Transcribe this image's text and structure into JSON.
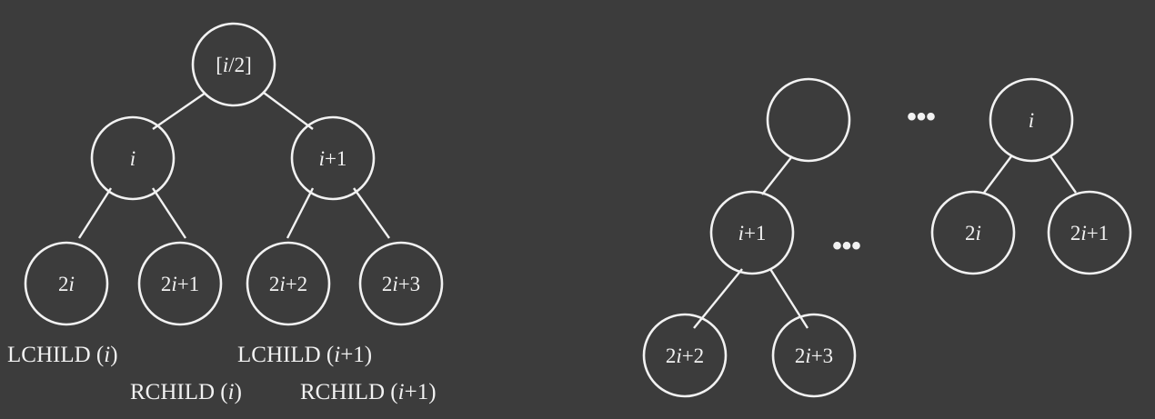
{
  "left_tree": {
    "nodes": {
      "root": {
        "label": "[i/2]",
        "parts": [
          [
            "[",
            false
          ],
          [
            "i",
            true
          ],
          [
            "/2]",
            false
          ]
        ]
      },
      "i": {
        "label": "i",
        "parts": [
          [
            "i",
            true
          ]
        ]
      },
      "i_plus_1": {
        "label": "i+1",
        "parts": [
          [
            "i",
            true
          ],
          [
            "+1",
            false
          ]
        ]
      },
      "two_i": {
        "label": "2i",
        "parts": [
          [
            "2",
            false
          ],
          [
            "i",
            true
          ]
        ]
      },
      "two_i_plus_1": {
        "label": "2i+1",
        "parts": [
          [
            "2",
            false
          ],
          [
            "i",
            true
          ],
          [
            "+1",
            false
          ]
        ]
      },
      "two_i_plus_2": {
        "label": "2i+2",
        "parts": [
          [
            "2",
            false
          ],
          [
            "i",
            true
          ],
          [
            "+2",
            false
          ]
        ]
      },
      "two_i_plus_3": {
        "label": "2i+3",
        "parts": [
          [
            "2",
            false
          ],
          [
            "i",
            true
          ],
          [
            "+3",
            false
          ]
        ]
      }
    },
    "captions": {
      "lchild_i": {
        "label": "LCHILD (i)",
        "parts": [
          [
            "LCHILD (",
            false
          ],
          [
            "i",
            true
          ],
          [
            ")",
            false
          ]
        ]
      },
      "rchild_i": {
        "label": "RCHILD (i)",
        "parts": [
          [
            "RCHILD (",
            false
          ],
          [
            "i",
            true
          ],
          [
            ")",
            false
          ]
        ]
      },
      "lchild_i1": {
        "label": "LCHILD (i+1)",
        "parts": [
          [
            "LCHILD (",
            false
          ],
          [
            "i",
            true
          ],
          [
            "+1)",
            false
          ]
        ]
      },
      "rchild_i1": {
        "label": "RCHILD (i+1)",
        "parts": [
          [
            "RCHILD (",
            false
          ],
          [
            "i",
            true
          ],
          [
            "+1)",
            false
          ]
        ]
      }
    }
  },
  "right_tree": {
    "nodes": {
      "blank": {
        "label": "",
        "parts": []
      },
      "i": {
        "label": "i",
        "parts": [
          [
            "i",
            true
          ]
        ]
      },
      "i_plus_1": {
        "label": "i+1",
        "parts": [
          [
            "i",
            true
          ],
          [
            "+1",
            false
          ]
        ]
      },
      "two_i": {
        "label": "2i",
        "parts": [
          [
            "2",
            false
          ],
          [
            "i",
            true
          ]
        ]
      },
      "two_i_plus_1": {
        "label": "2i+1",
        "parts": [
          [
            "2",
            false
          ],
          [
            "i",
            true
          ],
          [
            "+1",
            false
          ]
        ]
      },
      "two_i_plus_2": {
        "label": "2i+2",
        "parts": [
          [
            "2",
            false
          ],
          [
            "i",
            true
          ],
          [
            "+2",
            false
          ]
        ]
      },
      "two_i_plus_3": {
        "label": "2i+3",
        "parts": [
          [
            "2",
            false
          ],
          [
            "i",
            true
          ],
          [
            "+3",
            false
          ]
        ]
      }
    },
    "ellipses": {
      "top": "•••",
      "middle": "•••"
    }
  }
}
